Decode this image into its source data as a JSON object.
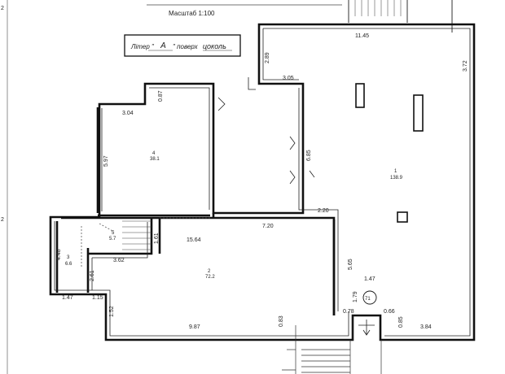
{
  "header": {
    "scale_label": "Масштаб 1:100",
    "liter_prefix": "Літер \"",
    "liter_value": "А",
    "floor_prefix": "\"  поверх",
    "floor_value": "цоколь"
  },
  "margin_marks": [
    "2",
    "2"
  ],
  "rooms": [
    {
      "number": "1",
      "area": "138.9"
    },
    {
      "number": "2",
      "area": "72.2"
    },
    {
      "number": "3",
      "area": "6.6"
    },
    {
      "number": "4",
      "area": "38.1"
    },
    {
      "number": "5",
      "area": "5.7"
    }
  ],
  "circle_label": "71",
  "dimensions": [
    "11.45",
    "3.72",
    "2.89",
    "3.05",
    "6.85",
    "2.20",
    "0.87",
    "3.04",
    "5.97",
    "7.20",
    "15.64",
    "1.61",
    "4.48",
    "3.62",
    "2.61",
    "1.47",
    "1.15",
    "1.52",
    "9.87",
    "0.83",
    "5.65",
    "1.47",
    "1.79",
    "0.78",
    "0.66",
    "0.85",
    "3.84"
  ]
}
